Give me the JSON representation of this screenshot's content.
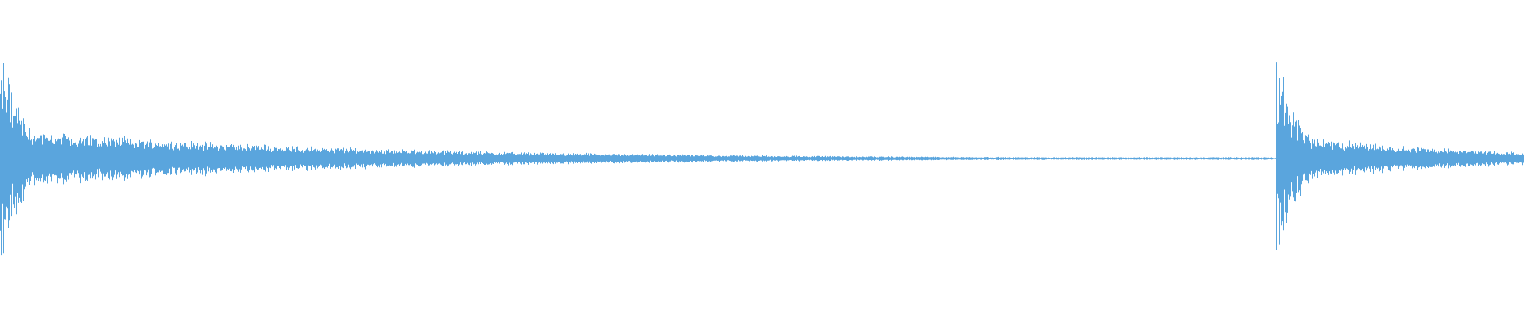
{
  "waveform": {
    "color": "#5aa5dd",
    "background": "#ffffff",
    "events": [
      {
        "kind": "first-hit",
        "start": 0.0,
        "end": 0.835,
        "peak": 0.72,
        "body": 0.18,
        "body_decay": 0.22,
        "tail_floor": 0.008
      },
      {
        "kind": "second-hit",
        "start": 0.8375,
        "end": 1.0,
        "peak": 0.68,
        "body": 0.15,
        "body_decay": 0.12,
        "tail_floor": 0.02
      }
    ]
  }
}
